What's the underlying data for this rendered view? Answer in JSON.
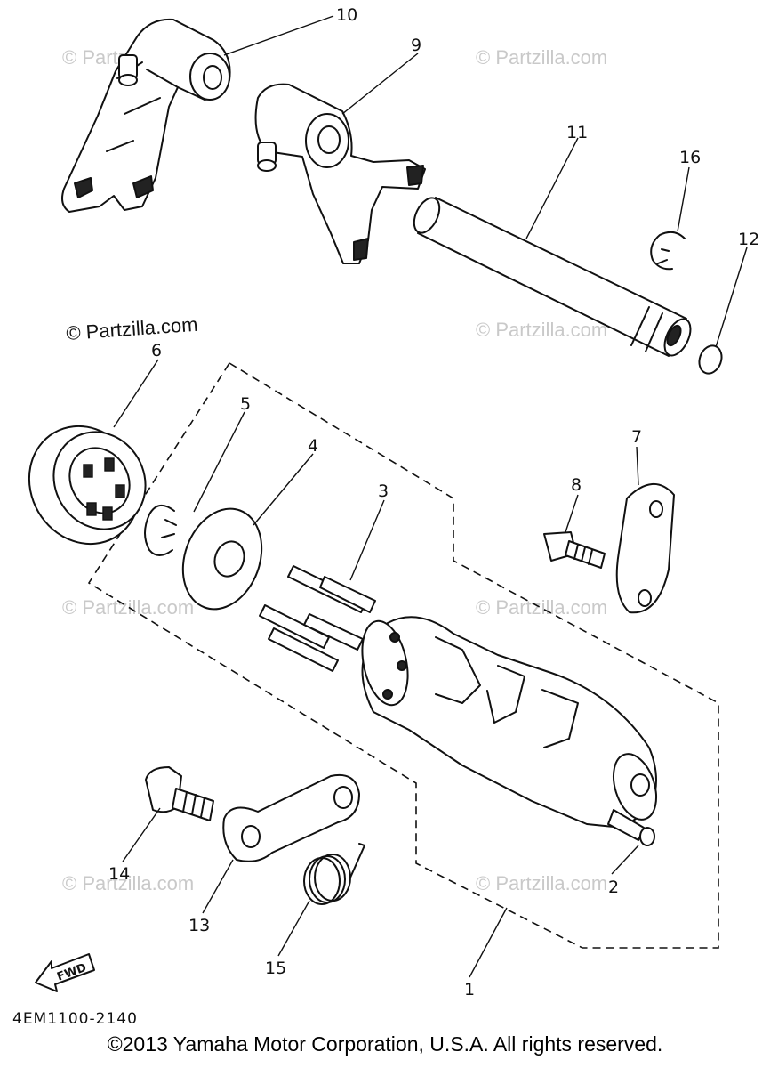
{
  "watermarks": {
    "primary": "© Partzilla.com",
    "faint": "© Partzilla.com"
  },
  "callouts": {
    "c1": "1",
    "c2": "2",
    "c3": "3",
    "c4": "4",
    "c5": "5",
    "c6": "6",
    "c7": "7",
    "c8": "8",
    "c9": "9",
    "c10": "10",
    "c11": "11",
    "c12": "12",
    "c13": "13",
    "c14": "14",
    "c15": "15",
    "c16": "16"
  },
  "fwd_label": "FWD",
  "part_code": "4EM1100-2140",
  "copyright": "©2013  Yamaha Motor Corporation, U.S.A. All rights reserved."
}
